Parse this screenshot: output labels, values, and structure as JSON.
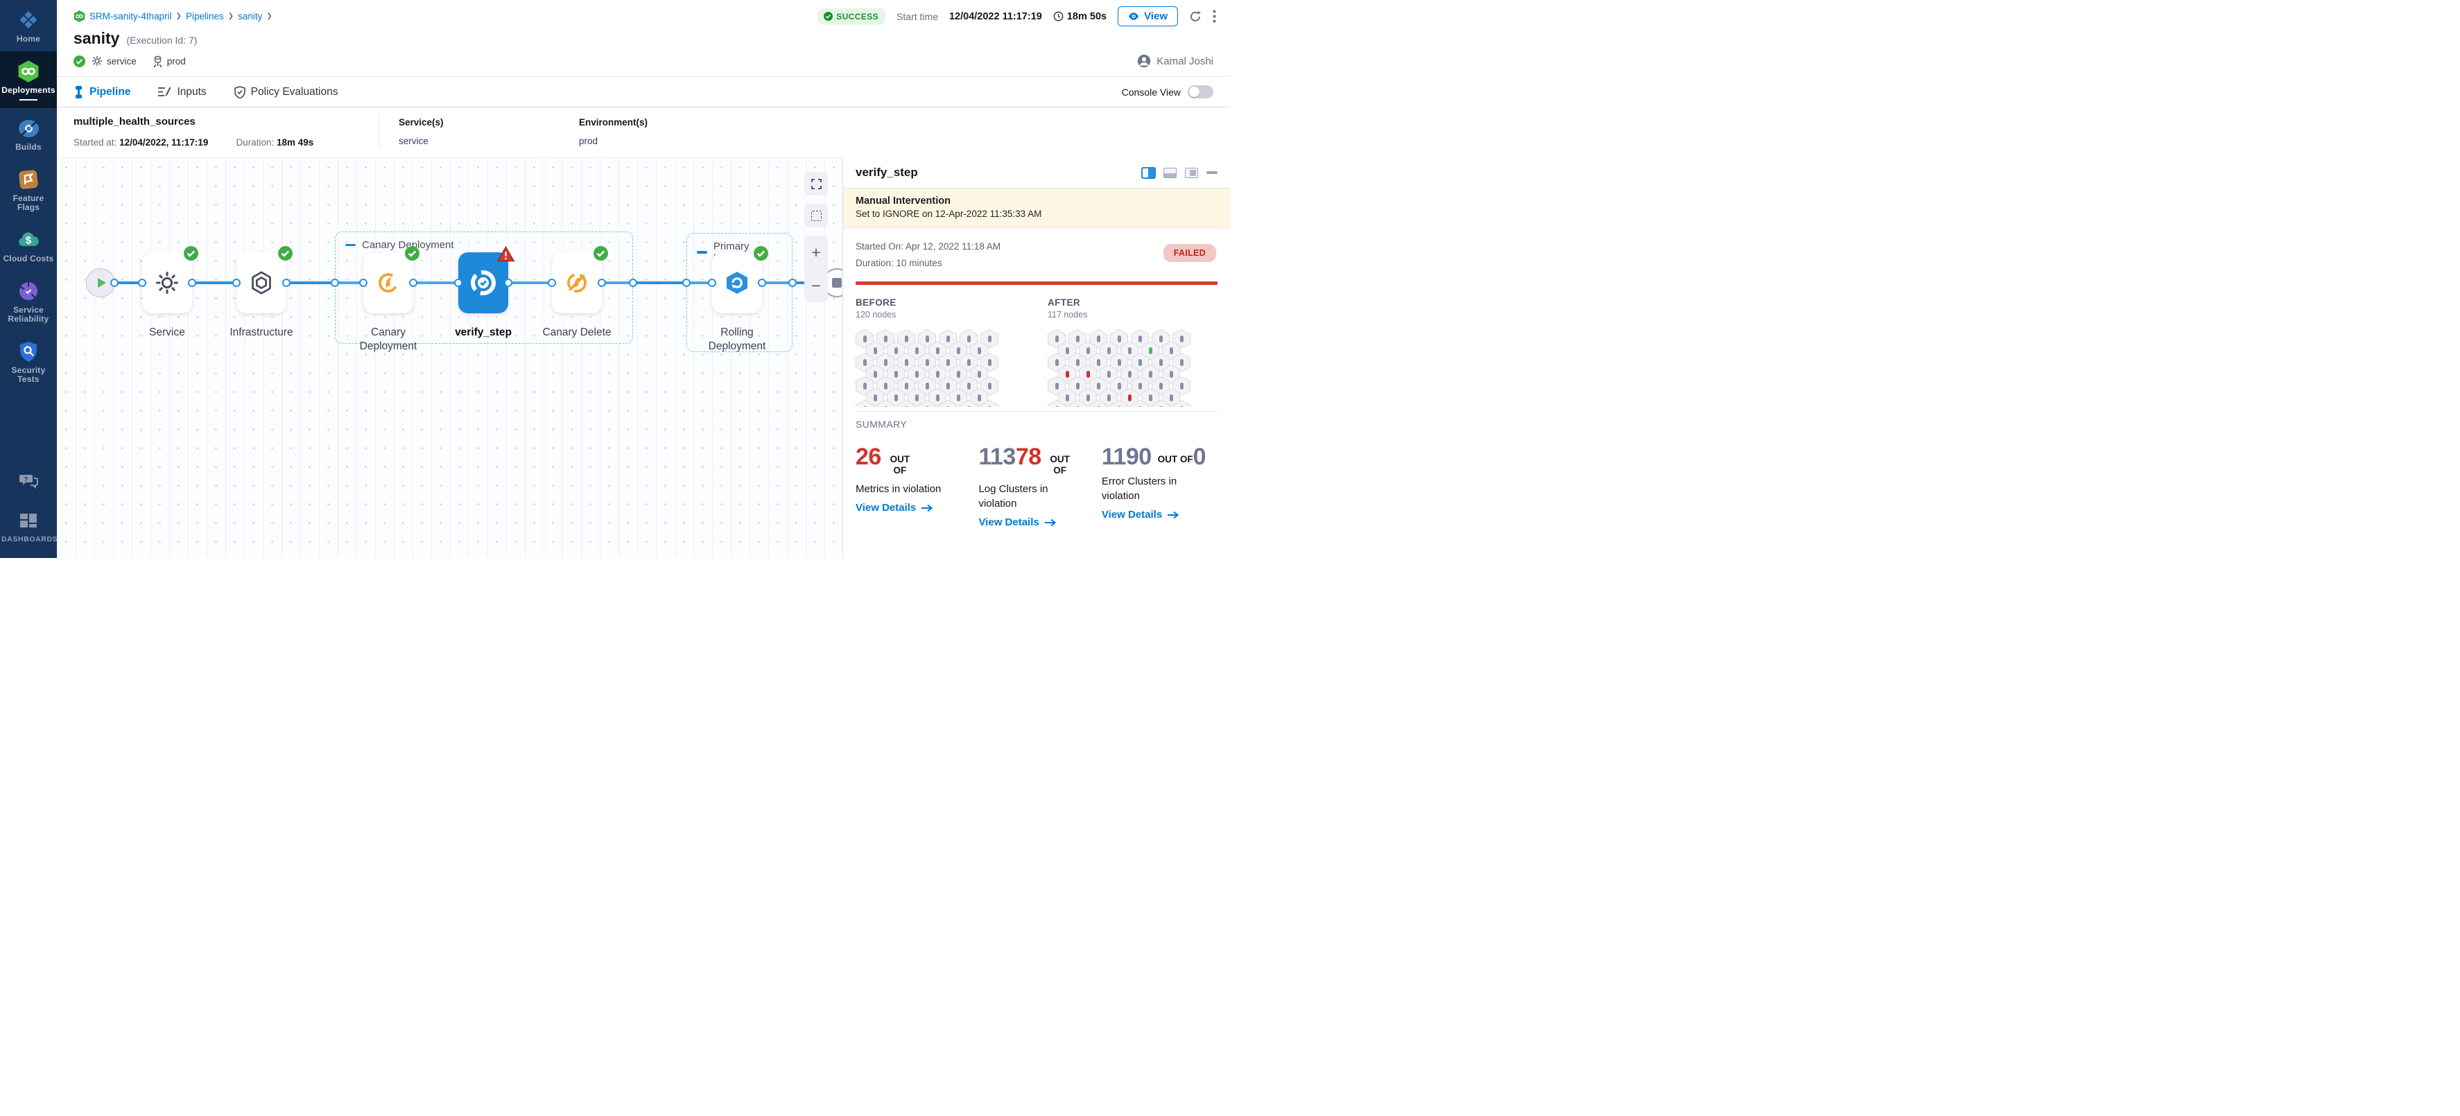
{
  "colors": {
    "accent": "#0278d5",
    "success_green": "#42ab45",
    "violation_red": "#cd342b",
    "sidebar_bg": "#17345c",
    "banner_bg": "#fdf6e2"
  },
  "sidebar": {
    "items": [
      {
        "label": "Home",
        "icon": "home-icon",
        "active": false
      },
      {
        "label": "Deployments",
        "icon": "deployments-icon",
        "active": true
      },
      {
        "label": "Builds",
        "icon": "builds-icon",
        "active": false
      },
      {
        "label": "Feature Flags",
        "icon": "feature-flags-icon",
        "active": false
      },
      {
        "label": "Cloud Costs",
        "icon": "cloud-costs-icon",
        "active": false
      },
      {
        "label": "Service Reliability",
        "icon": "service-reliability-icon",
        "active": false
      },
      {
        "label": "Security Tests",
        "icon": "security-tests-icon",
        "active": false
      }
    ],
    "dashboards_label": "DASHBOARDS"
  },
  "header": {
    "breadcrumb": [
      "SRM-sanity-4thapril",
      "Pipelines",
      "sanity"
    ],
    "status_badge": "SUCCESS",
    "start_time_label": "Start time",
    "start_time_value": "12/04/2022 11:17:19",
    "elapsed": "18m 50s",
    "view_button_label": "View",
    "title": "sanity",
    "execution_id": "(Execution Id: 7)",
    "service_tag": "service",
    "environment_tag": "prod",
    "user_name": "Kamal Joshi"
  },
  "tabs": {
    "items": [
      {
        "label": "Pipeline",
        "icon": "pipeline-tab-icon",
        "active": true
      },
      {
        "label": "Inputs",
        "icon": "inputs-tab-icon",
        "active": false
      },
      {
        "label": "Policy Evaluations",
        "icon": "policy-tab-icon",
        "active": false
      }
    ],
    "console_view_label": "Console View",
    "console_view_on": false
  },
  "run_info": {
    "name": "multiple_health_sources",
    "started_label": "Started at:",
    "started_value": "12/04/2022, 11:17:19",
    "duration_label": "Duration:",
    "duration_value": "18m 49s",
    "services_label": "Service(s)",
    "services_value": "service",
    "environments_label": "Environment(s)",
    "environments_value": "prod"
  },
  "canvas": {
    "groups": [
      {
        "label": "Canary Deployment"
      },
      {
        "label": "Primary Deploy..."
      }
    ],
    "nodes": [
      {
        "label": "Service",
        "icon": "service-gear-icon",
        "badge": "success",
        "selected": false
      },
      {
        "label": "Infrastructure",
        "icon": "infrastructure-icon",
        "badge": "success",
        "selected": false
      },
      {
        "label": "Canary Deployment",
        "icon": "canary-deployment-icon",
        "badge": "success",
        "selected": false
      },
      {
        "label": "verify_step",
        "icon": "verify-icon",
        "badge": "warning",
        "selected": true
      },
      {
        "label": "Canary Delete",
        "icon": "canary-delete-icon",
        "badge": "success",
        "selected": false
      },
      {
        "label": "Rolling Deployment",
        "icon": "rolling-deployment-icon",
        "badge": "success",
        "selected": false
      }
    ]
  },
  "panel": {
    "title": "verify_step",
    "banner_title": "Manual Intervention",
    "banner_subtitle": "Set to IGNORE on 12-Apr-2022 11:35:33 AM",
    "started_on": "Started On: Apr 12, 2022 11:18 AM",
    "duration": "Duration: 10 minutes",
    "status_badge": "FAILED",
    "before": {
      "title": "BEFORE",
      "subtitle": "120 nodes",
      "rows": [
        7,
        6,
        7,
        6,
        7,
        6,
        7
      ],
      "overrides": []
    },
    "after": {
      "title": "AFTER",
      "subtitle": "117 nodes",
      "rows": [
        7,
        6,
        7,
        6,
        7,
        6,
        7
      ],
      "overrides": [
        {
          "row": 1,
          "col": 4,
          "color": "#52b45a"
        },
        {
          "row": 3,
          "col": 0,
          "color": "#c8352c"
        },
        {
          "row": 3,
          "col": 1,
          "color": "#c8352c"
        },
        {
          "row": 5,
          "col": 3,
          "color": "#c8352c"
        }
      ]
    },
    "summary_label": "SUMMARY",
    "metrics": [
      {
        "parts": [
          {
            "text": "26",
            "style": "big-red"
          },
          {
            "text": "OUT OF",
            "style": "outof-narrow"
          }
        ],
        "label": "Metrics in violation",
        "link": "View Details"
      },
      {
        "parts": [
          {
            "text": "113",
            "style": "big-gray"
          },
          {
            "text": "78",
            "style": "big-red"
          },
          {
            "text": "OUT OF",
            "style": "outof-narrow"
          }
        ],
        "label": "Log Clusters in violation",
        "link": "View Details"
      },
      {
        "parts": [
          {
            "text": "1190",
            "style": "big-gray"
          },
          {
            "text": "OUT OF",
            "style": "outof"
          },
          {
            "text": "0",
            "style": "big-gray"
          }
        ],
        "label": "Error Clusters in violation",
        "link": "View Details"
      }
    ]
  }
}
